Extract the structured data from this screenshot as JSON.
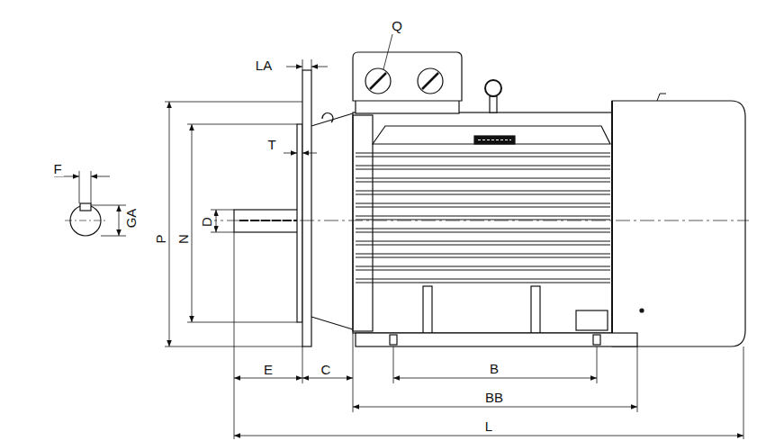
{
  "diagram": {
    "labels": [
      "Q",
      "LA",
      "T",
      "F",
      "GA",
      "D",
      "P",
      "N",
      "E",
      "C",
      "B",
      "BB",
      "L"
    ]
  }
}
